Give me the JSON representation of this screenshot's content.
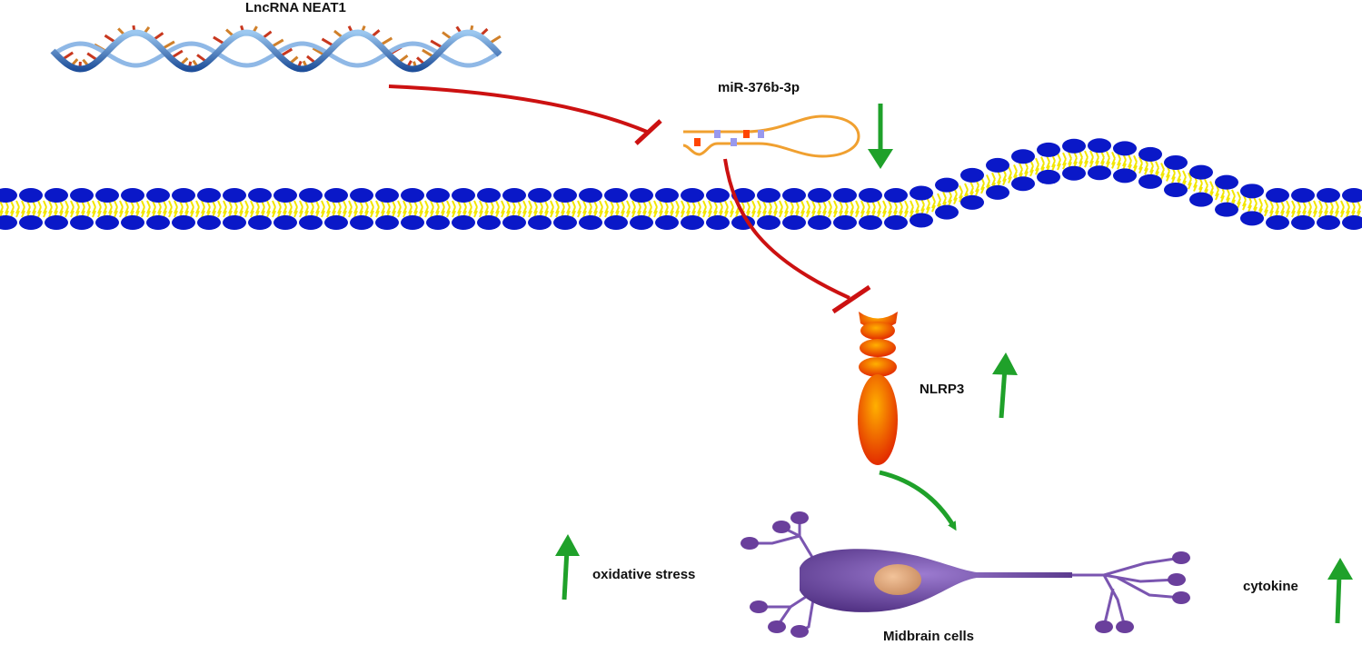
{
  "labels": {
    "lncrna": "LncRNA NEAT1",
    "mirna": "miR-376b-3p",
    "nlrp3": "NLRP3",
    "oxidative": "oxidative stress",
    "cytokine": "cytokine",
    "midbrain": "Midbrain cells"
  },
  "colors": {
    "membrane_head": "#0a18c8",
    "membrane_tail": "#f2e600",
    "inhibition": "#cc1111",
    "up_down_arrow": "#1fa12a",
    "neuron": "#6a3f9c",
    "nucleus": "#d9a07a",
    "dna_backbone": "#2f6fbf",
    "mirna_loop": "#f0a030"
  },
  "icons": {
    "lncrna": "dna-helix-icon",
    "mirna": "hairpin-rna-icon",
    "nlrp3": "nlrp3-protein-icon",
    "neuron": "neuron-icon"
  }
}
